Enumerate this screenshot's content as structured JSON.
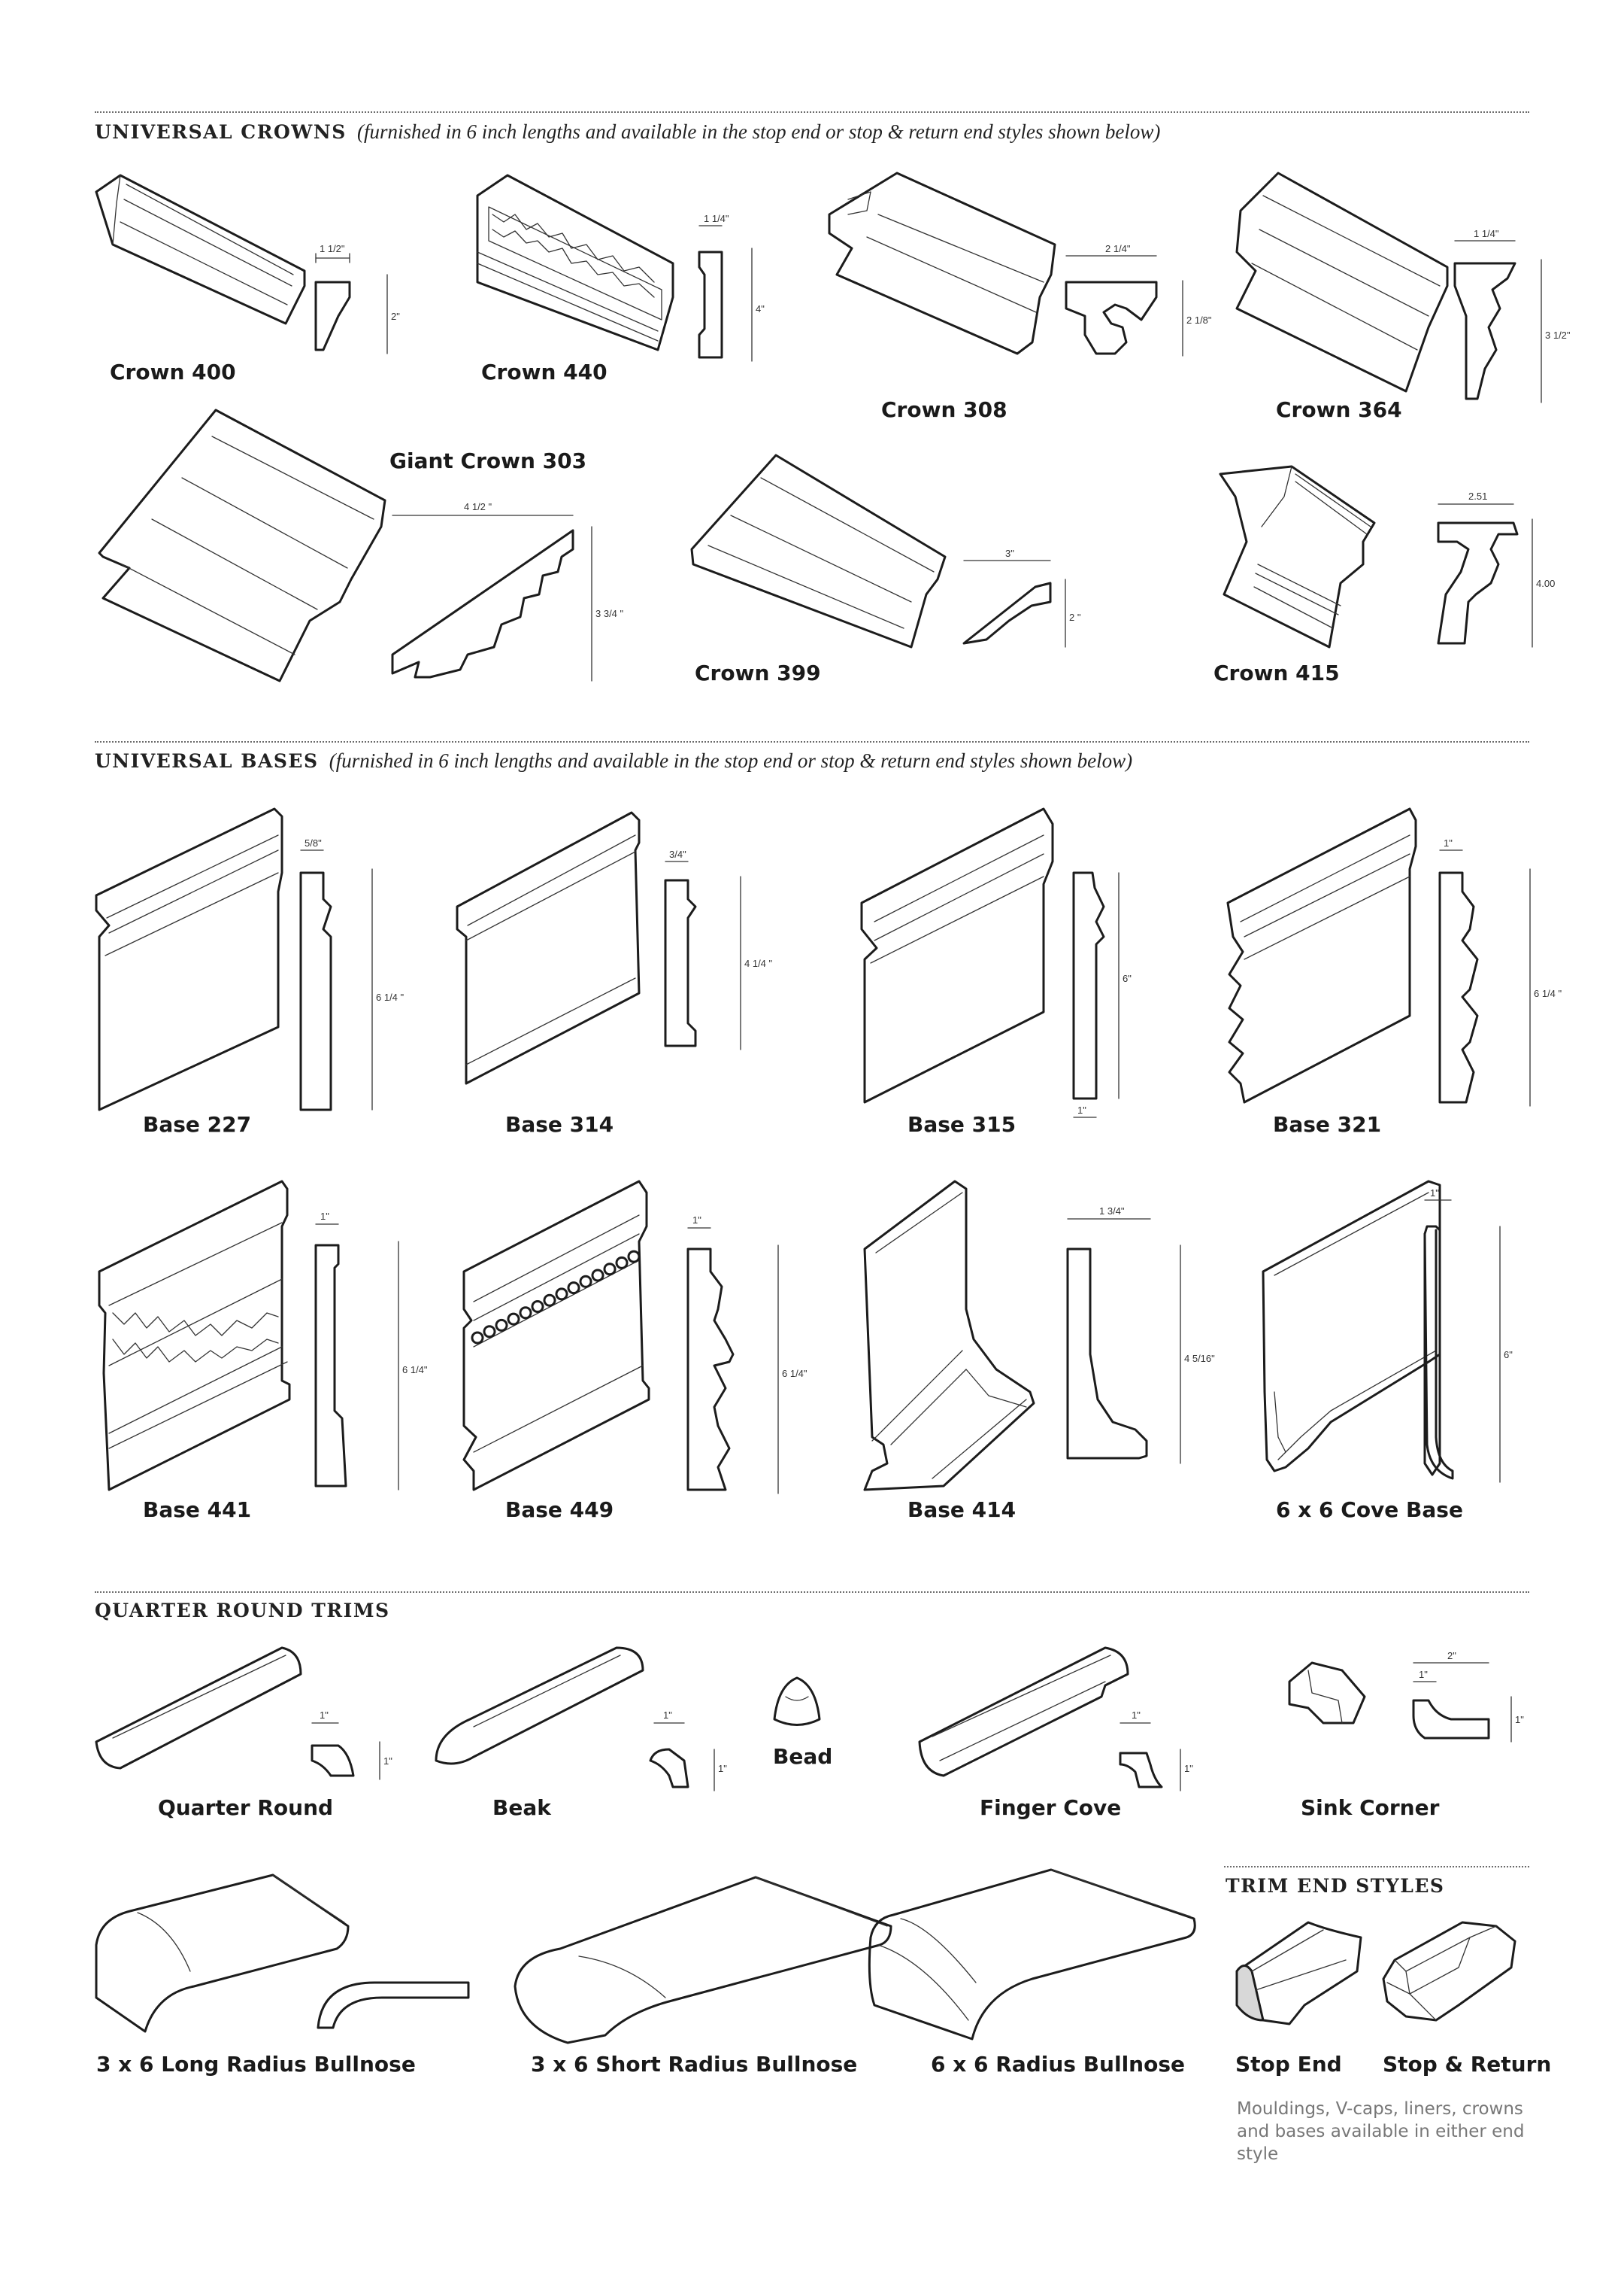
{
  "sections": {
    "crowns": {
      "title": "universal crowns",
      "subtitle": "(furnished in 6 inch lengths and available in the stop end or stop & return end styles shown below)"
    },
    "bases": {
      "title": "universal bases",
      "subtitle": "(furnished in 6 inch lengths and available in the stop end or stop & return end styles shown below)"
    },
    "quarter": {
      "title": "quarter round trims"
    },
    "trim_end": {
      "title": "trim end styles"
    }
  },
  "crowns": [
    {
      "name": "Crown 400",
      "dims": [
        "1 1/2\"",
        "2\""
      ]
    },
    {
      "name": "Crown 440",
      "dims": [
        "1 1/4\"",
        "4\""
      ]
    },
    {
      "name": "Crown 308",
      "dims": [
        "2 1/4\"",
        "2 1/8\""
      ]
    },
    {
      "name": "Crown 364",
      "dims": [
        "1 1/4\"",
        "3 1/2\""
      ]
    },
    {
      "name": "Giant Crown 303",
      "dims": [
        "4 1/2 \"",
        "3 3/4 \""
      ]
    },
    {
      "name": "Crown  399",
      "dims": [
        "3\"",
        "2 \""
      ]
    },
    {
      "name": "Crown  415",
      "dims": [
        "2.51",
        "4.00"
      ]
    }
  ],
  "bases": [
    {
      "name": "Base 227",
      "dims": [
        "5/8\"",
        "6 1/4 \""
      ]
    },
    {
      "name": "Base 314",
      "dims": [
        "3/4\"",
        "4 1/4 \""
      ]
    },
    {
      "name": "Base 315",
      "dims": [
        "6\"",
        "1\""
      ]
    },
    {
      "name": "Base 321",
      "dims": [
        "1\"",
        "6 1/4 \""
      ]
    },
    {
      "name": "Base 441",
      "dims": [
        "1\"",
        "6 1/4\""
      ]
    },
    {
      "name": "Base 449",
      "dims": [
        "1\"",
        "6 1/4\""
      ]
    },
    {
      "name": "Base 414",
      "dims": [
        "1 3/4\"",
        "4 5/16\""
      ]
    },
    {
      "name": "6 x 6 Cove Base",
      "dims": [
        "1\"",
        "6\""
      ]
    }
  ],
  "trims": [
    {
      "name": "Quarter Round",
      "dims": [
        "1\"",
        "1\""
      ]
    },
    {
      "name": "Beak",
      "dims": [
        "1\"",
        "1\""
      ]
    },
    {
      "name": "Bead"
    },
    {
      "name": "Finger Cove",
      "dims": [
        "1\"",
        "1\""
      ]
    },
    {
      "name": "Sink Corner",
      "dims": [
        "2\"",
        "1\"",
        "1\""
      ]
    }
  ],
  "bullnose": [
    {
      "name": "3 x 6 Long Radius Bullnose"
    },
    {
      "name": "3 x 6 Short Radius Bullnose"
    },
    {
      "name": "6 x 6 Radius Bullnose"
    }
  ],
  "end_styles": [
    {
      "name": "Stop End"
    },
    {
      "name": "Stop & Return"
    }
  ],
  "note": "Mouldings, V-caps, liners, crowns and bases available in either end style"
}
